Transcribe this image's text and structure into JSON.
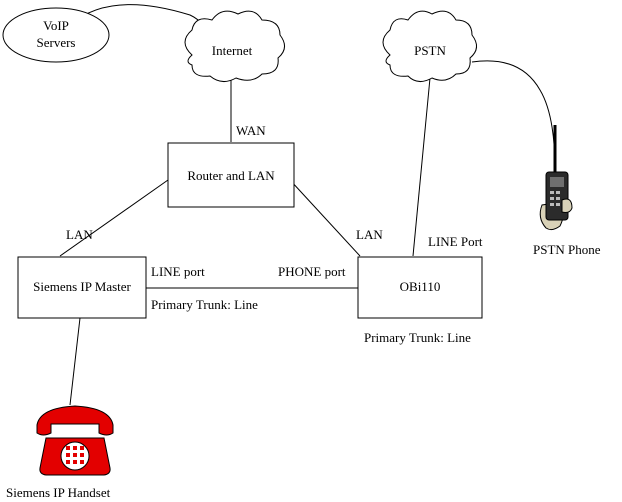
{
  "labels": {
    "voip_servers_line1": "VoIP",
    "voip_servers_line2": "Servers",
    "internet": "Internet",
    "pstn": "PSTN",
    "wan": "WAN",
    "router": "Router and LAN",
    "lan_left": "LAN",
    "lan_right": "LAN",
    "line_port_obi": "LINE Port",
    "pstn_phone": "PSTN Phone",
    "siemens_master": "Siemens IP Master",
    "line_port_siemens": "LINE port",
    "phone_port": "PHONE port",
    "obi": "OBi110",
    "primary_trunk_left": "Primary Trunk: Line",
    "primary_trunk_right": "Primary Trunk: Line",
    "siemens_handset": "Siemens IP Handset"
  },
  "colors": {
    "handset_red": "#e30000",
    "phone_dark": "#2b2b2b"
  },
  "icons": {
    "pstn_phone": "mobile-phone-icon",
    "handset": "desk-phone-icon"
  }
}
